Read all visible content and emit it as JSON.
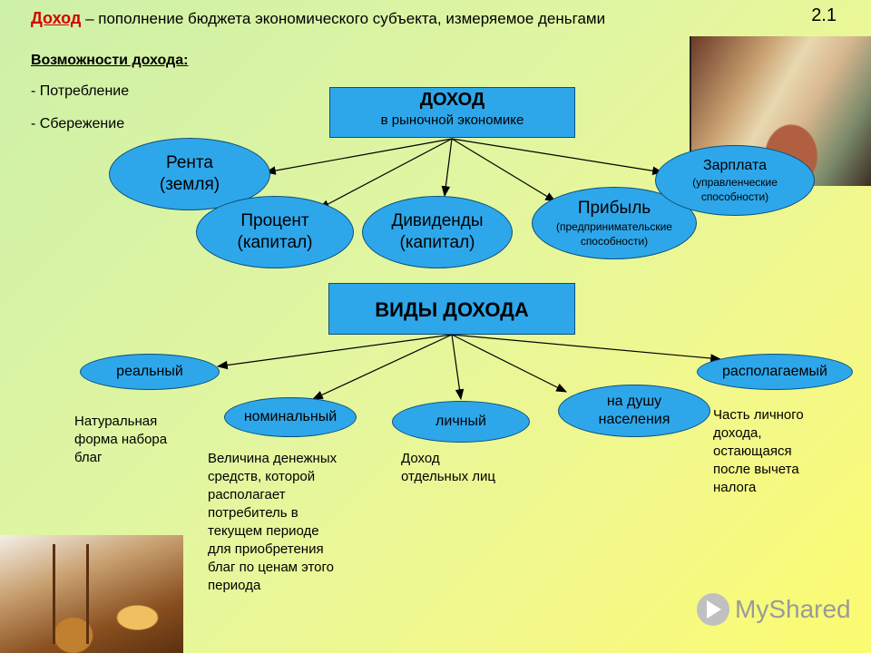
{
  "header": {
    "term": "Доход",
    "definition": " – пополнение бюджета экономического субъекта, измеряемое деньгами",
    "slide_number": "2.1"
  },
  "possibilities": {
    "heading": "Возможности дохода:",
    "items": [
      "- Потребление",
      "- Сбережение"
    ]
  },
  "income_box": {
    "title": "ДОХОД",
    "subtitle": "в рыночной экономике"
  },
  "sources": [
    {
      "line1": "Рента",
      "line2": "(земля)"
    },
    {
      "line1": "Процент",
      "line2": "(капитал)"
    },
    {
      "line1": "Дивиденды",
      "line2": "(капитал)"
    },
    {
      "line1": "Прибыль",
      "line2": "(предпринимательские",
      "line3": "способности)"
    },
    {
      "line1": "Зарплата",
      "line2": "(управленческие",
      "line3": "способности)"
    }
  ],
  "types_box": {
    "title": "ВИДЫ ДОХОДА"
  },
  "types": [
    {
      "label": "реальный"
    },
    {
      "label": "номинальный"
    },
    {
      "label": "личный"
    },
    {
      "line1": "на душу",
      "line2": "населения"
    },
    {
      "label": "располагаемый"
    }
  ],
  "descriptions": {
    "real": [
      "Натуральная",
      "форма набора",
      "благ"
    ],
    "nominal": [
      "Величина денежных",
      "средств, которой",
      "располагает",
      "потребитель в",
      "текущем периоде",
      "для приобретения",
      "благ по ценам этого",
      "периода"
    ],
    "personal": [
      "Доход",
      "отдельных лиц"
    ],
    "disposable": [
      "Часть личного",
      "дохода,",
      "остающаяся",
      "после вычета",
      "налога"
    ]
  },
  "logo": {
    "text": "MyShared"
  },
  "colors": {
    "box_fill": "#2ea7ea",
    "term_red": "#d40000"
  }
}
